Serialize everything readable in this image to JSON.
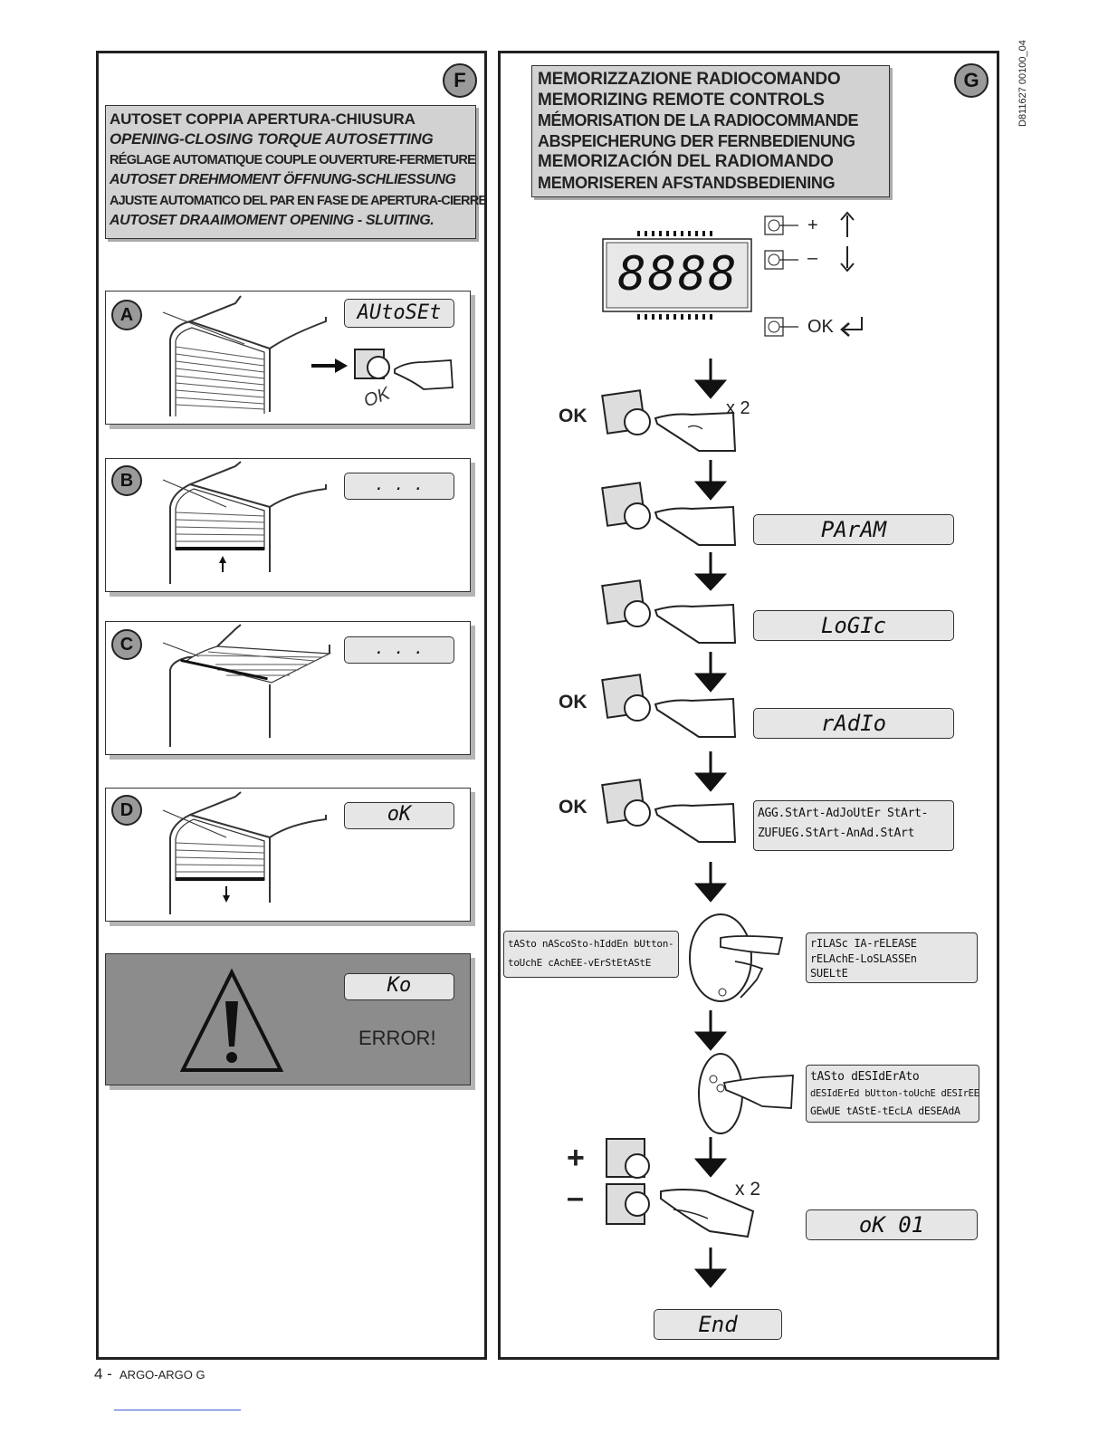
{
  "section_f": {
    "badge": "F",
    "title_lines": [
      "AUTOSET COPPIA APERTURA-CHIUSURA",
      "OPENING-CLOSING TORQUE AUTOSETTING",
      "RÉGLAGE AUTOMATIQUE COUPLE OUVERTURE-FERMETURE",
      "AUTOSET DREHMOMENT ÖFFNUNG-SCHLIESSUNG",
      "AJUSTE AUTOMATICO DEL PAR EN FASE DE APERTURA-CIERRE",
      "AUTOSET DRAAIMOMENT OPENING - SLUITING."
    ],
    "steps": [
      {
        "letter": "A",
        "display": "AUtoSEt",
        "button_text": "OK"
      },
      {
        "letter": "B",
        "display": ". . ."
      },
      {
        "letter": "C",
        "display": ". . ."
      },
      {
        "letter": "D",
        "display": "oK"
      }
    ],
    "error": {
      "display": "Ko",
      "text": "ERROR!"
    }
  },
  "section_g": {
    "badge": "G",
    "title_lines": [
      "MEMORIZZAZIONE RADIOCOMANDO",
      "MEMORIZING REMOTE CONTROLS",
      "MÉMORISATION DE LA RADIOCOMMANDE",
      "ABSPEICHERUNG DER FERNBEDIENUNG",
      "MEMORIZACIÓN DEL RADIOMANDO",
      "MEMORISEREN AFSTANDSBEDIENING"
    ],
    "main_display": "8888",
    "key_legend": {
      "plus": "+",
      "minus": "–",
      "ok": "OK"
    },
    "steps": {
      "ok_label": "OK",
      "times": "x 2",
      "parameter_display": "PArAM",
      "logic_display": "LoGIc",
      "radio_display": "rAdIo",
      "add_start_lines": [
        "AGG.StArt-AdJoUtEr StArt-",
        "ZUFUEG.StArt-AnAd.StArt"
      ],
      "hidden_button_lines": [
        "tASto nAScoSto-hIddEn bUtton-",
        "toUchE cAchEE-vErStEtAStE"
      ],
      "release_lines": [
        "rILASc IA-rELEASE",
        "rELAchE-LoSLASSEn",
        "SUELtE"
      ],
      "desired_button_lines": [
        "tASto dESIdErAto",
        "dESIdErEd bUtton-toUchE dESIrEE",
        "GEwUE tAStE-tEcLA dESEAdA"
      ],
      "plus_sign": "+",
      "minus_sign": "–",
      "ok_number_display": "oK 01",
      "end_display": "End"
    },
    "side_code": "D811627 00100_04"
  },
  "footer": {
    "page": "4 -",
    "model": "ARGO-ARGO G"
  }
}
